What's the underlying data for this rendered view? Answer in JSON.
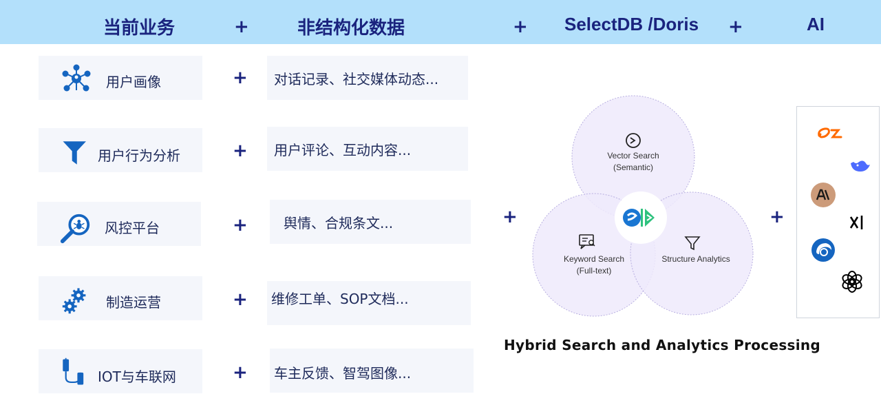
{
  "header": {
    "col1": "当前业务",
    "col2": "非结构化数据",
    "col3": "SelectDB /Doris",
    "col4": "AI",
    "plus": "+"
  },
  "rows": [
    {
      "business": "用户画像",
      "business_icon": "user-network-icon",
      "data": "对话记录、社交媒体动态..."
    },
    {
      "business": "用户行为分析",
      "business_icon": "funnel-icon",
      "data": "用户评论、互动内容..."
    },
    {
      "business": "风控平台",
      "business_icon": "magnifier-bug-icon",
      "data": "舆情、合规条文..."
    },
    {
      "business": "制造运营",
      "business_icon": "gears-icon",
      "data": "维修工单、SOP文档..."
    },
    {
      "business": "IOT与车联网",
      "business_icon": "cable-plug-icon",
      "data": "车主反馈、智驾图像..."
    }
  ],
  "venn": {
    "vector_title": "Vector Search",
    "vector_sub": "(Semantic)",
    "keyword_title": "Keyword Search",
    "keyword_sub": "(Full-text)",
    "structure_title": "Structure Analytics",
    "center_logo": "selectdb-doris-logo"
  },
  "footer_title": "Hybrid Search and Analytics Processing",
  "ai_logos": [
    "alibaba-logo",
    "deepseek-logo",
    "anthropic-logo",
    "xai-logo",
    "doubao-logo",
    "openai-logo"
  ],
  "colors": {
    "header_bg": "#b3e0fb",
    "accent": "#1a237e",
    "icon_blue": "#1565c0",
    "card_bg": "#f4f6fb",
    "venn_fill": "#eeeafb"
  }
}
